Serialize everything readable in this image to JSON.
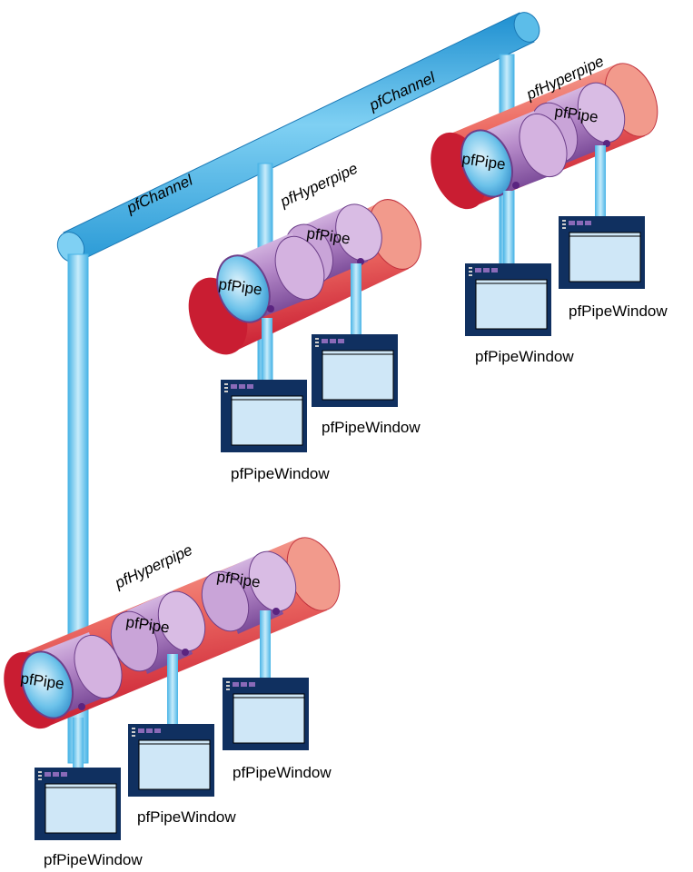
{
  "channel": {
    "labels": [
      "pfChannel",
      "pfChannel"
    ]
  },
  "hyperpipes": [
    {
      "label": "pfHyperpipe",
      "pipes": [
        "pfPipe",
        "pfPipe"
      ],
      "windows": [
        "pfPipeWindow",
        "pfPipeWindow"
      ]
    },
    {
      "label": "pfHyperpipe",
      "pipes": [
        "pfPipe",
        "pfPipe"
      ],
      "windows": [
        "pfPipeWindow",
        "pfPipeWindow"
      ]
    },
    {
      "label": "pfHyperpipe",
      "pipes": [
        "pfPipe",
        "pfPipe",
        "pfPipe"
      ],
      "windows": [
        "pfPipeWindow",
        "pfPipeWindow",
        "pfPipeWindow"
      ]
    }
  ],
  "colors": {
    "channel_blue": "#33aadd",
    "hyperpipe_red": "#e8464e",
    "pipe_purple": "#a070b8",
    "window_navy": "#103060",
    "window_pane": "#cfe7f7"
  }
}
